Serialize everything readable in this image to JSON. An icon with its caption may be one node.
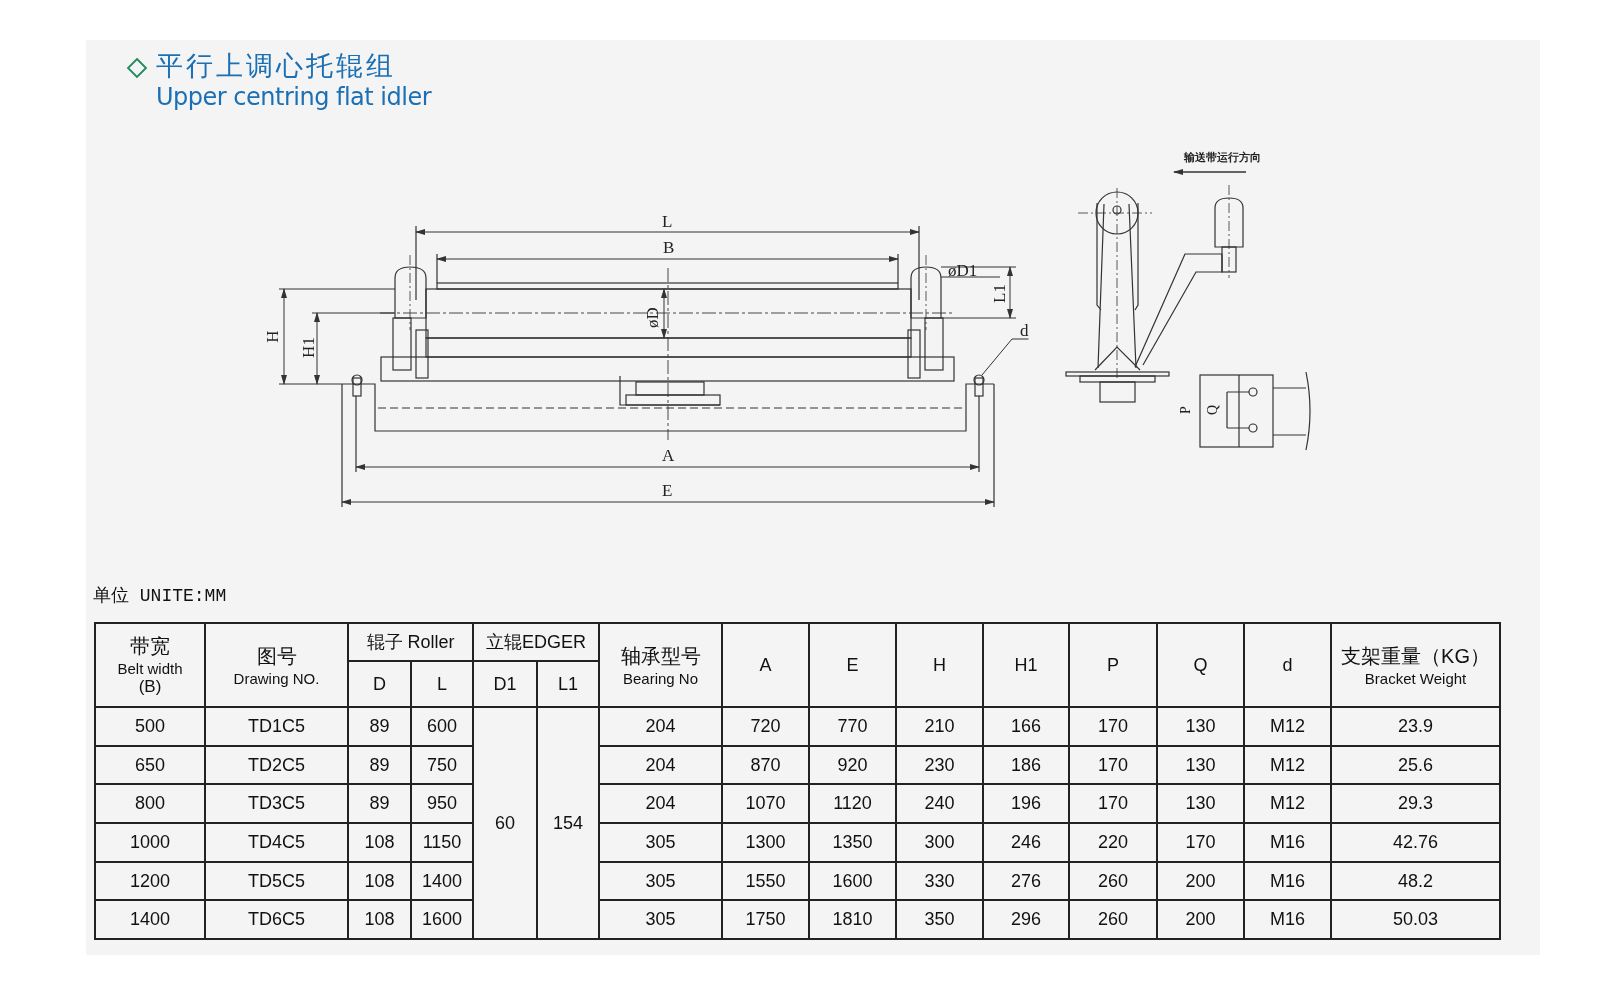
{
  "diagram": {
    "title": "平行上调心托辊组",
    "nodes": [
      {
        "text": [
          "d"
        ]
      },
      {
        "text": [],
        "shape": "bolt"
      }
    ],
    "edges": [
      {
        "from": 0,
        "to": 1,
        "arrow": "none"
      }
    ],
    "labels": [
      "Upper centring flat idler",
      "L",
      "B",
      "øD1",
      "L1",
      "øD",
      "H",
      "H1",
      "A",
      "E",
      "输送带运行方向",
      "P",
      "Q",
      "单位 UNITE:MM",
      "带宽",
      "Belt width",
      "(B)",
      "图号",
      "Drawing NO.",
      "辊子 Roller",
      "D",
      "L",
      "立辊EDGER",
      "D1",
      "L1",
      "轴承型号",
      "Bearing No",
      "A",
      "E",
      "H",
      "H1",
      "P",
      "Q",
      "d",
      "支架重量（KG）",
      "Bracket Weight",
      "500",
      "TD1C5",
      "89",
      "600",
      "60",
      "154",
      "204",
      "720",
      "770",
      "210",
      "166",
      "170",
      "130",
      "M12",
      "23.9",
      "650",
      "TD2C5",
      "89",
      "750",
      "204",
      "870",
      "920",
      "230",
      "186",
      "170",
      "130",
      "M12",
      "25.6",
      "800",
      "TD3C5",
      "89",
      "950",
      "204",
      "1070",
      "1120",
      "240",
      "196",
      "170",
      "130",
      "M12",
      "29.3",
      "1000",
      "TD4C5",
      "108",
      "1150",
      "305",
      "1300",
      "1350",
      "300",
      "246",
      "220",
      "170",
      "M16",
      "42.76",
      "1200",
      "TD5C5",
      "108",
      "1400",
      "305",
      "1550",
      "1600",
      "330",
      "276",
      "260",
      "200",
      "M16",
      "48.2",
      "1400",
      "TD6C5",
      "108",
      "1600",
      "305",
      "1750",
      "1810",
      "350",
      "296",
      "260",
      "200",
      "M16",
      "50.03"
    ]
  }
}
